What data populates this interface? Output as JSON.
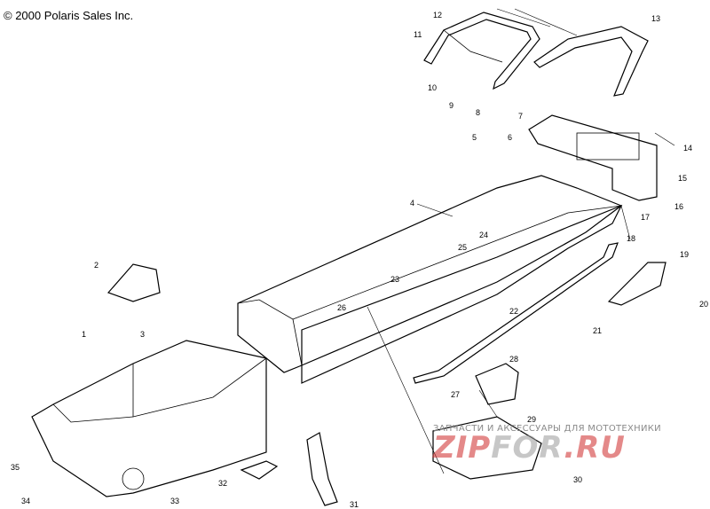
{
  "copyright": "© 2000 Polaris Sales Inc.",
  "watermark": {
    "subtitle": "ЗАПЧАСТИ И АКСЕССУАРЫ ДЛЯ МОТОТЕХНИКИ",
    "main_left": "ZIP",
    "main_mid": "FOR",
    "main_right": ".RU"
  },
  "callouts": [
    "1",
    "2",
    "3",
    "4",
    "5",
    "6",
    "7",
    "8",
    "9",
    "10",
    "11",
    "12",
    "13",
    "14",
    "15",
    "16",
    "17",
    "18",
    "19",
    "20",
    "21",
    "22",
    "23",
    "24",
    "25",
    "26",
    "27",
    "28",
    "29",
    "30",
    "31",
    "32",
    "33",
    "34",
    "35"
  ]
}
